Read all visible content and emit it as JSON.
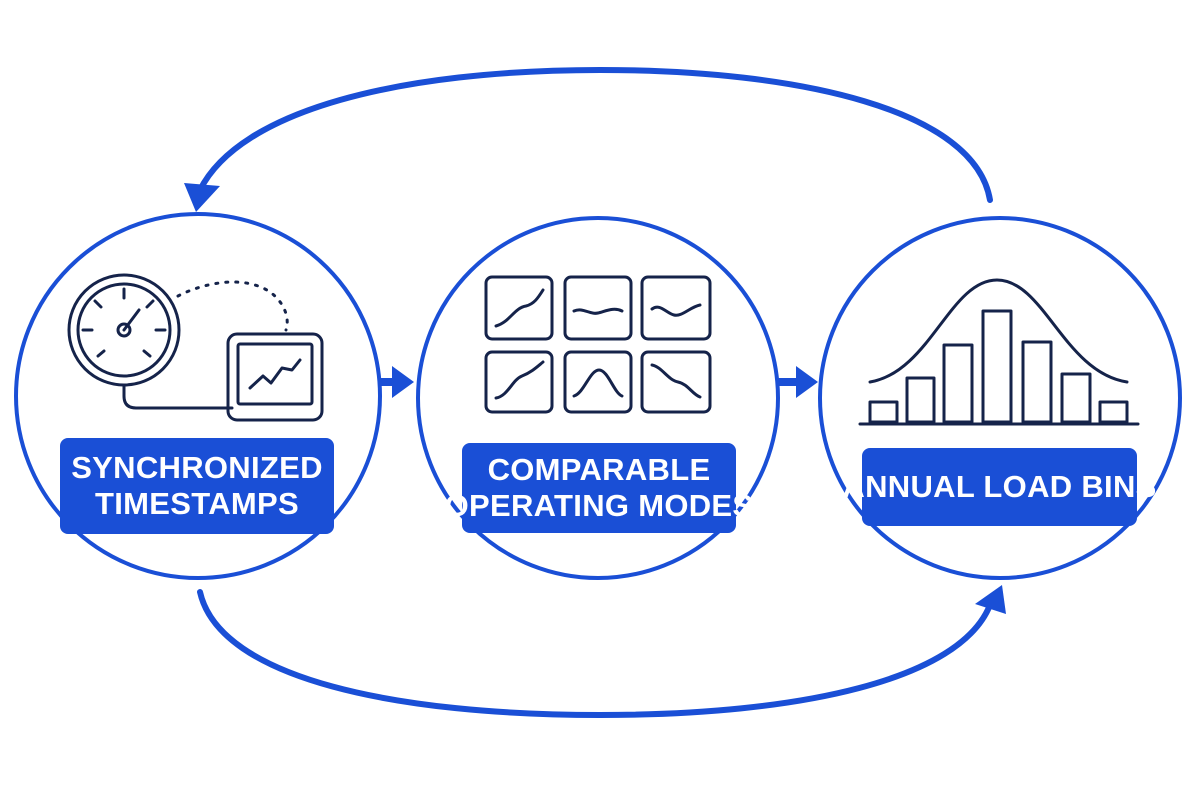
{
  "colors": {
    "accent": "#1a4fd6",
    "icon_stroke": "#15234a",
    "background": "#ffffff"
  },
  "stages": [
    {
      "id": "synchronized-timestamps",
      "label_lines": [
        "SYNCHRONIZED",
        "TIMESTAMPS"
      ],
      "icon": "gauge-monitor-icon"
    },
    {
      "id": "comparable-operating-modes",
      "label_lines": [
        "COMPARABLE",
        "OPERATING MODES"
      ],
      "icon": "mode-grid-icon"
    },
    {
      "id": "annual-load-bins",
      "label_lines": [
        "ANNUAL LOAD BINS"
      ],
      "icon": "histogram-icon"
    }
  ],
  "connectors": [
    {
      "from": "synchronized-timestamps",
      "to": "comparable-operating-modes",
      "style": "straight-arrow"
    },
    {
      "from": "comparable-operating-modes",
      "to": "annual-load-bins",
      "style": "straight-arrow"
    },
    {
      "from": "annual-load-bins",
      "to": "synchronized-timestamps",
      "style": "top-loop-arrow"
    },
    {
      "from": "synchronized-timestamps",
      "to": "annual-load-bins",
      "style": "bottom-loop-arrow"
    }
  ]
}
